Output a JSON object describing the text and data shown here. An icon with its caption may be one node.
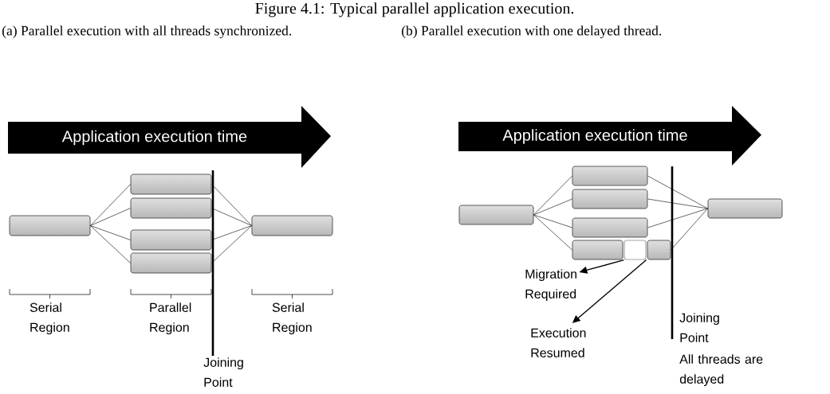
{
  "diagram": {
    "title": "Figure 4.1: Typical parallel application execution.",
    "nodes": [
      {
        "text": [
          "Application execution time"
        ]
      },
      {
        "text": [],
        "shape": "box"
      },
      {
        "text": [],
        "shape": "box"
      },
      {
        "text": [],
        "shape": "box"
      },
      {
        "text": [],
        "shape": "box"
      },
      {
        "text": [],
        "shape": "box"
      },
      {
        "text": [],
        "shape": "box"
      },
      {
        "text": [
          "Application execution time"
        ]
      },
      {
        "text": [],
        "shape": "box"
      },
      {
        "text": [],
        "shape": "box"
      },
      {
        "text": [],
        "shape": "box"
      },
      {
        "text": [],
        "shape": "box"
      },
      {
        "text": [],
        "shape": "box"
      },
      {
        "text": [],
        "shape": "box"
      },
      {
        "text": [],
        "shape": "box"
      },
      {
        "text": [],
        "shape": "box"
      },
      {
        "text": [
          "Migration Required"
        ]
      },
      {
        "text": [
          "Execution Resumed"
        ]
      }
    ],
    "edges": [
      {
        "from": 1,
        "to": 2,
        "arrow": "none"
      },
      {
        "from": 1,
        "to": 3,
        "arrow": "none"
      },
      {
        "from": 1,
        "to": 4,
        "arrow": "none"
      },
      {
        "from": 1,
        "to": 5,
        "arrow": "none"
      },
      {
        "from": 2,
        "to": 6,
        "arrow": "none"
      },
      {
        "from": 3,
        "to": 6,
        "arrow": "none"
      },
      {
        "from": 4,
        "to": 6,
        "arrow": "none"
      },
      {
        "from": 5,
        "to": 6,
        "arrow": "none"
      },
      {
        "from": 8,
        "to": 9,
        "arrow": "none"
      },
      {
        "from": 8,
        "to": 10,
        "arrow": "none"
      },
      {
        "from": 8,
        "to": 11,
        "arrow": "none"
      },
      {
        "from": 8,
        "to": 12,
        "arrow": "none"
      },
      {
        "from": 9,
        "to": 15,
        "arrow": "none"
      },
      {
        "from": 10,
        "to": 15,
        "arrow": "none"
      },
      {
        "from": 11,
        "to": 15,
        "arrow": "none"
      },
      {
        "from": 14,
        "to": 15,
        "arrow": "none"
      },
      {
        "from": 13,
        "to": 16,
        "arrow": "to"
      },
      {
        "from": 13,
        "to": 17,
        "arrow": "to"
      }
    ],
    "labels": [
      "(a) Parallel execution with all threads synchronized.",
      "(b) Parallel execution with one delayed thread.",
      "Serial Region",
      "Parallel Region",
      "Serial Region",
      "Joining Point",
      "Joining Point",
      "All threads are delayed"
    ]
  }
}
